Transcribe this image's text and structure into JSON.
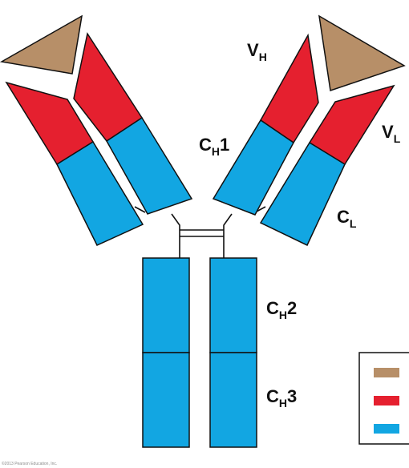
{
  "colors": {
    "antigen_binding": "#b78f68",
    "variable_region": "#e5202f",
    "constant_region": "#12a6e2",
    "outline": "#111111",
    "background": "#ffffff"
  },
  "labels": {
    "vh": {
      "main": "V",
      "sub": "H"
    },
    "vl": {
      "main": "V",
      "sub": "L"
    },
    "ch1": {
      "main": "C",
      "sub": "H",
      "suffix": "1"
    },
    "cl": {
      "main": "C",
      "sub": "L"
    },
    "ch2": {
      "main": "C",
      "sub": "H",
      "suffix": "2"
    },
    "ch3": {
      "main": "C",
      "sub": "H",
      "suffix": "3"
    }
  },
  "legend": {
    "swatches": [
      {
        "name": "antigen-binding-swatch",
        "color": "#b78f68"
      },
      {
        "name": "variable-region-swatch",
        "color": "#e5202f"
      },
      {
        "name": "constant-region-swatch",
        "color": "#12a6e2"
      }
    ]
  },
  "footer": {
    "copyright": "©2013 Pearson Education, Inc."
  }
}
